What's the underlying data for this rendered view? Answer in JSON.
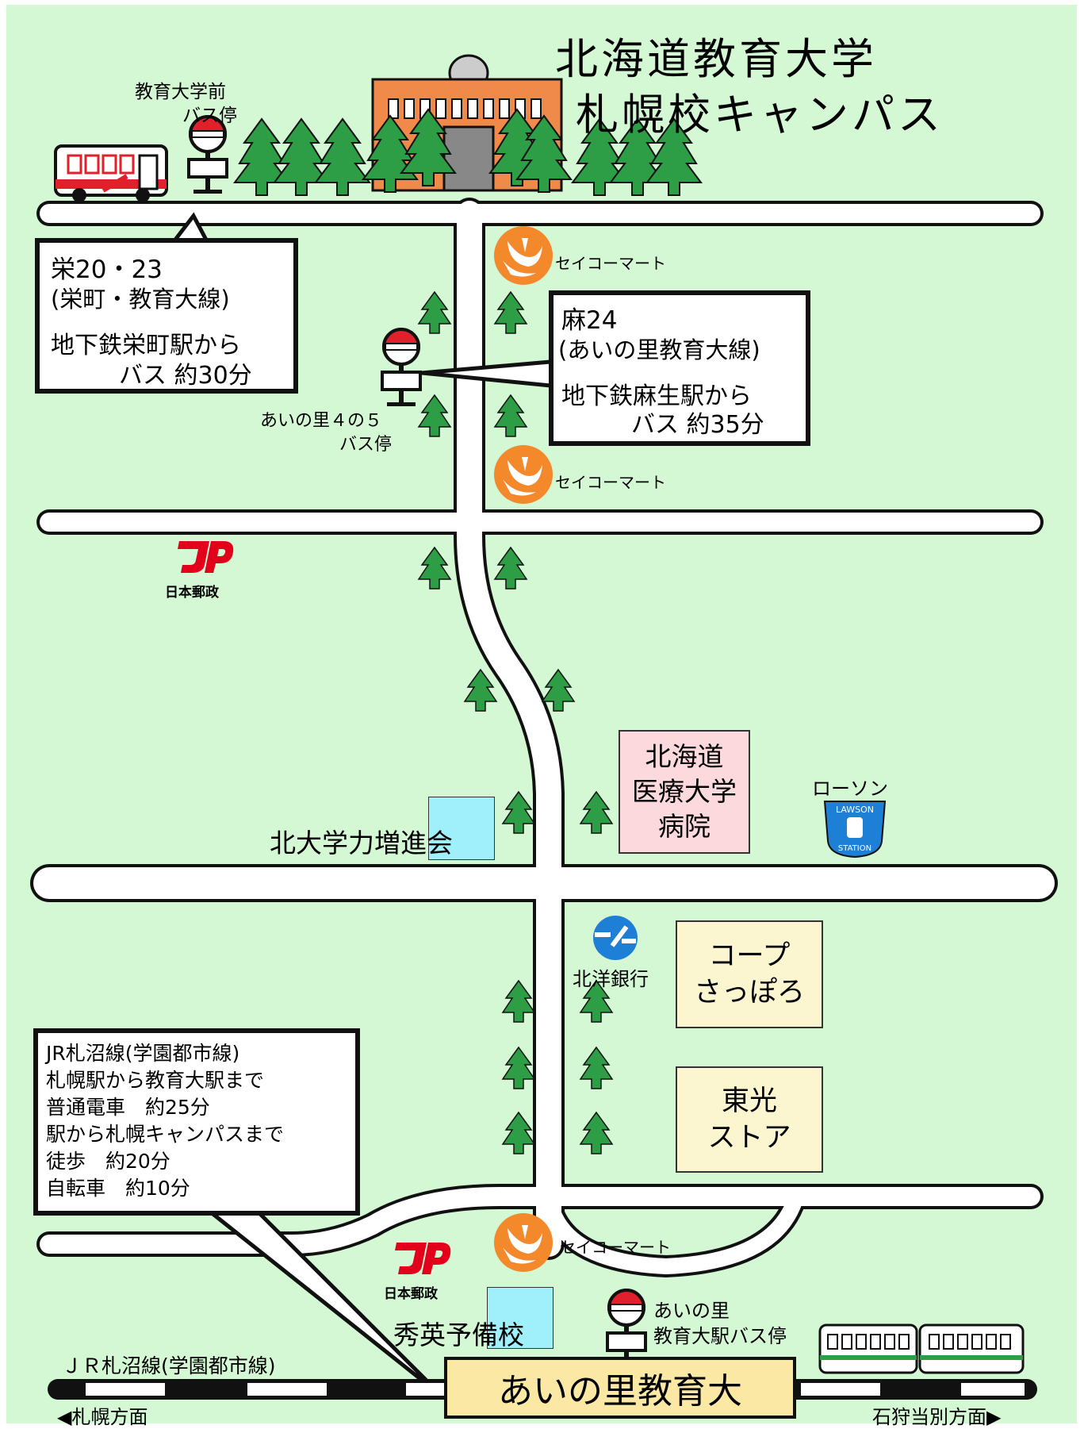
{
  "title": {
    "line1": "北海道教育大学",
    "line2": "札幌校キャンパス"
  },
  "bus_stops": {
    "kyoiku_daigaku_mae": {
      "line1": "教育大学前",
      "line2": "バス停"
    },
    "ainosato_4_5": {
      "line1": "あいの里４の５",
      "line2": "バス停"
    },
    "ainosato_kyoikudai_eki": {
      "line1": "あいの里",
      "line2": "教育大駅バス停"
    }
  },
  "callouts": {
    "sakae": {
      "line1": "栄20・23",
      "line2": "(栄町・教育大線)",
      "line3": "地下鉄栄町駅から",
      "line4": "バス 約30分"
    },
    "asa": {
      "line1": "麻24",
      "line2": "(あいの里教育大線)",
      "line3": "地下鉄麻生駅から",
      "line4": "バス 約35分"
    },
    "jr": {
      "line1": "JR札沼線(学園都市線)",
      "line2": "札幌駅から教育大駅まで",
      "line3": "普通電車　約25分",
      "line4": "駅から札幌キャンパスまで",
      "line5": "徒歩　約20分",
      "line6": "自転車　約10分"
    }
  },
  "landmarks": {
    "seicomart_1": "セイコーマート",
    "seicomart_2": "セイコーマート",
    "seicomart_3": "セイコーマート",
    "post_office_1": "日本郵政",
    "post_office_2": "日本郵政",
    "hospital": "北海道\n医療大学\n病院",
    "lawson": "ローソン",
    "lawson_logo": {
      "top": "LAWSON",
      "bottom": "STATION"
    },
    "hokuyo_bank": "北洋銀行",
    "coop": "コープ\nさっぽろ",
    "toko": "東光\nストア",
    "hokudai_prefix": "北大学力増",
    "hokudai_suffix": "進会",
    "shuei_prefix": "秀英予",
    "shuei_suffix": "備校"
  },
  "railway": {
    "line_name": "ＪＲ札沼線(学園都市線)",
    "station": "あいの里教育大",
    "west_direction": "◀札幌方面",
    "east_direction": "石狩当別方面▶"
  },
  "colors": {
    "background": "#d4f7d4",
    "tree": "#2e9e46",
    "road_fill": "#ffffff",
    "road_outline": "#111111",
    "building": "#f08a4a",
    "bus_stop_red": "#e0202a",
    "seicomart": "#f4892c",
    "jp_red": "#e2001a",
    "lawson_blue": "#1e7fd6",
    "hospital_bg": "#fbd9dc",
    "cram_bg": "#9ff0fa",
    "store_bg": "#fbf5d0",
    "station_bg": "#fbe8a4"
  },
  "icons": [
    "campus-building-icon",
    "bus-icon",
    "bus-stop-icon",
    "tree-icon",
    "seicomart-logo-icon",
    "japan-post-logo-icon",
    "lawson-logo-icon",
    "hokuyo-bank-logo-icon",
    "train-icon"
  ]
}
